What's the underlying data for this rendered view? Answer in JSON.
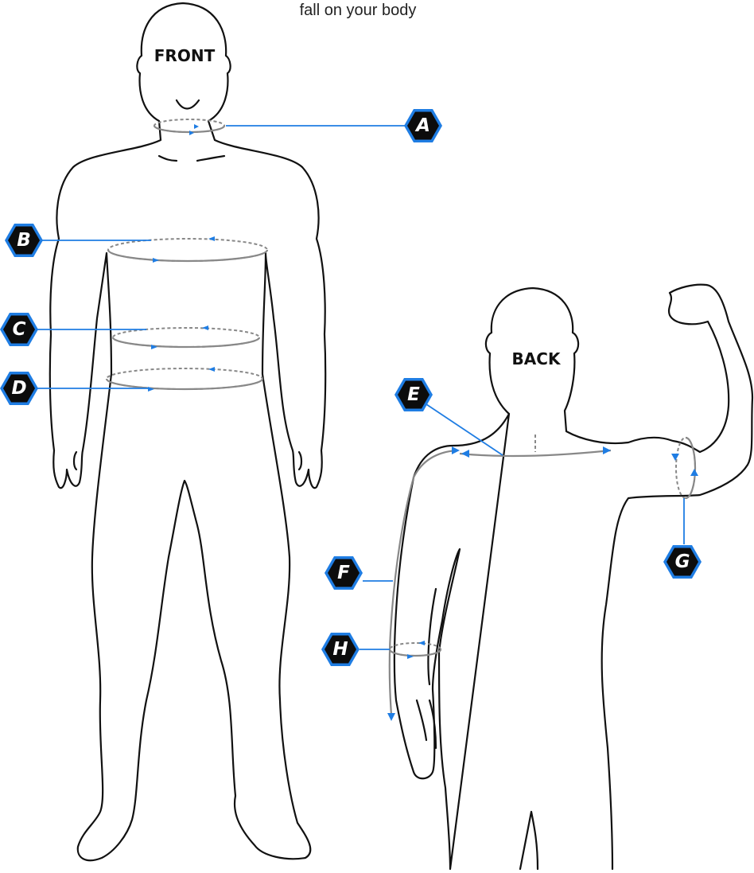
{
  "caption": "fall on your body",
  "views": {
    "front": "FRONT",
    "back": "BACK"
  },
  "labels": {
    "a": "A",
    "b": "B",
    "c": "C",
    "d": "D",
    "e": "E",
    "f": "F",
    "g": "G",
    "h": "H"
  },
  "colors": {
    "accent": "#1f7de3",
    "badge": "#0c0c0c",
    "outline": "#111111",
    "ring": "#888888"
  },
  "icons": [
    "hexagon-badge-icon",
    "arrowhead-icon"
  ]
}
